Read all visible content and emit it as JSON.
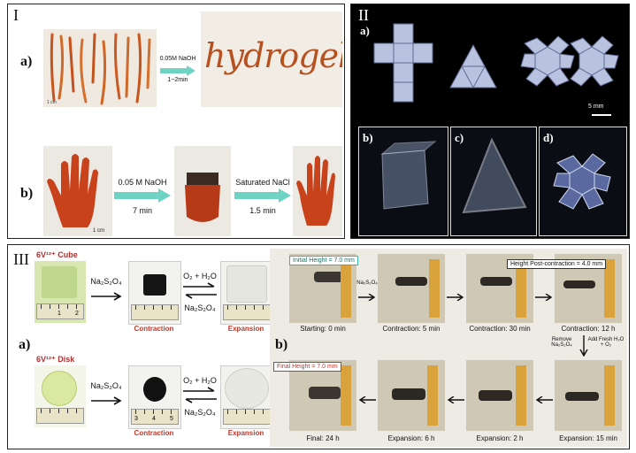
{
  "panel_I": {
    "roman": "I",
    "a_label": "a)",
    "a_condition_top": "0.05M NaOH",
    "a_condition_bottom": "1~2min",
    "a_word": "hydrogel",
    "a_scale": "1 cm",
    "b_label": "b)",
    "b_step1_top": "0.05 M NaOH",
    "b_step1_bottom": "7 min",
    "b_step2_top": "Saturated NaCl",
    "b_step2_bottom": "1.5 min",
    "b_scale": "1 cm"
  },
  "panel_II": {
    "roman": "II",
    "a_label": "a)",
    "scale": "5 mm",
    "b_label": "b)",
    "c_label": "c)",
    "d_label": "d)"
  },
  "panel_III": {
    "roman": "III",
    "a_label": "a)",
    "b_label": "b)",
    "cube_title": "6V¹²⁺ Cube",
    "disk_title": "6V¹²⁺ Disk",
    "reagent": "Na₂S₂O₄",
    "oxidant": "O₂ + H₂O",
    "reductant": "Na₂S₂O₄",
    "contraction": "Contraction",
    "expansion": "Expansion",
    "initial_height": "Initial Height = 7.0 mm",
    "post_contraction": "Height Post-contraction = 4.0 mm",
    "final_height": "Final Height = 7.0 mm",
    "remove_label": "Remove Na₂S₂O₄",
    "add_label": "Add Fresh H₂O + O₂",
    "seq_top": [
      "Starting: 0 min",
      "Contraction: 5 min",
      "Contraction: 30 min",
      "Contraction: 12 h"
    ],
    "seq_bottom": [
      "Final: 24 h",
      "Expansion: 6 h",
      "Expansion: 2 h",
      "Expansion: 15 min"
    ],
    "ruler_cube": [
      "1",
      "2"
    ],
    "ruler_disk": [
      "3",
      "4",
      "5"
    ]
  }
}
